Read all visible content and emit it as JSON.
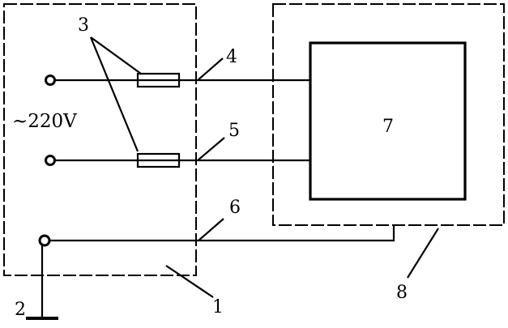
{
  "labels": {
    "n1": "1",
    "n2": "2",
    "n3": "3",
    "n4": "4",
    "n5": "5",
    "n6": "6",
    "n7": "7",
    "n8": "8",
    "voltage": "~220V"
  }
}
